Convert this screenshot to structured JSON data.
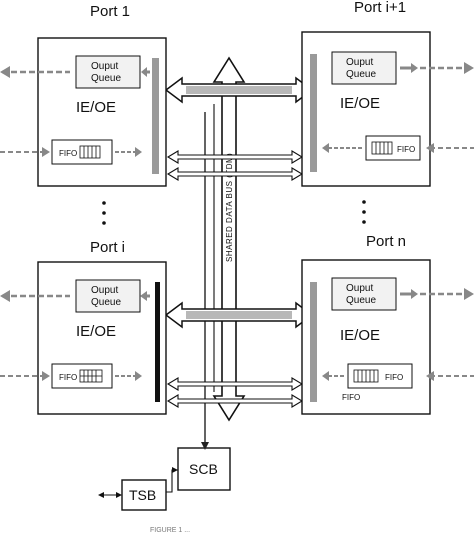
{
  "diagram": {
    "ports": {
      "port1": {
        "title": "Port 1",
        "queue_line1": "Ouput",
        "queue_line2": "Queue",
        "ieoe": "IE/OE",
        "fifo": "FIFO"
      },
      "port_i1": {
        "title": "Port i+1",
        "queue_line1": "Ouput",
        "queue_line2": "Queue",
        "ieoe": "IE/OE",
        "fifo": "FIFO"
      },
      "port_i": {
        "title": "Port i",
        "queue_line1": "Ouput",
        "queue_line2": "Queue",
        "ieoe": "IE/OE",
        "fifo": "FIFO"
      },
      "port_n": {
        "title": "Port n",
        "queue_line1": "Ouput",
        "queue_line2": "Queue",
        "ieoe": "IE/OE",
        "fifo": "FIFO",
        "fifo_outside": "FIFO"
      }
    },
    "bus_label": "SHARED DATA BUS (TDM)",
    "scb_label": "SCB",
    "tsb_label": "TSB",
    "caption": "FIGURE 1 ..."
  }
}
